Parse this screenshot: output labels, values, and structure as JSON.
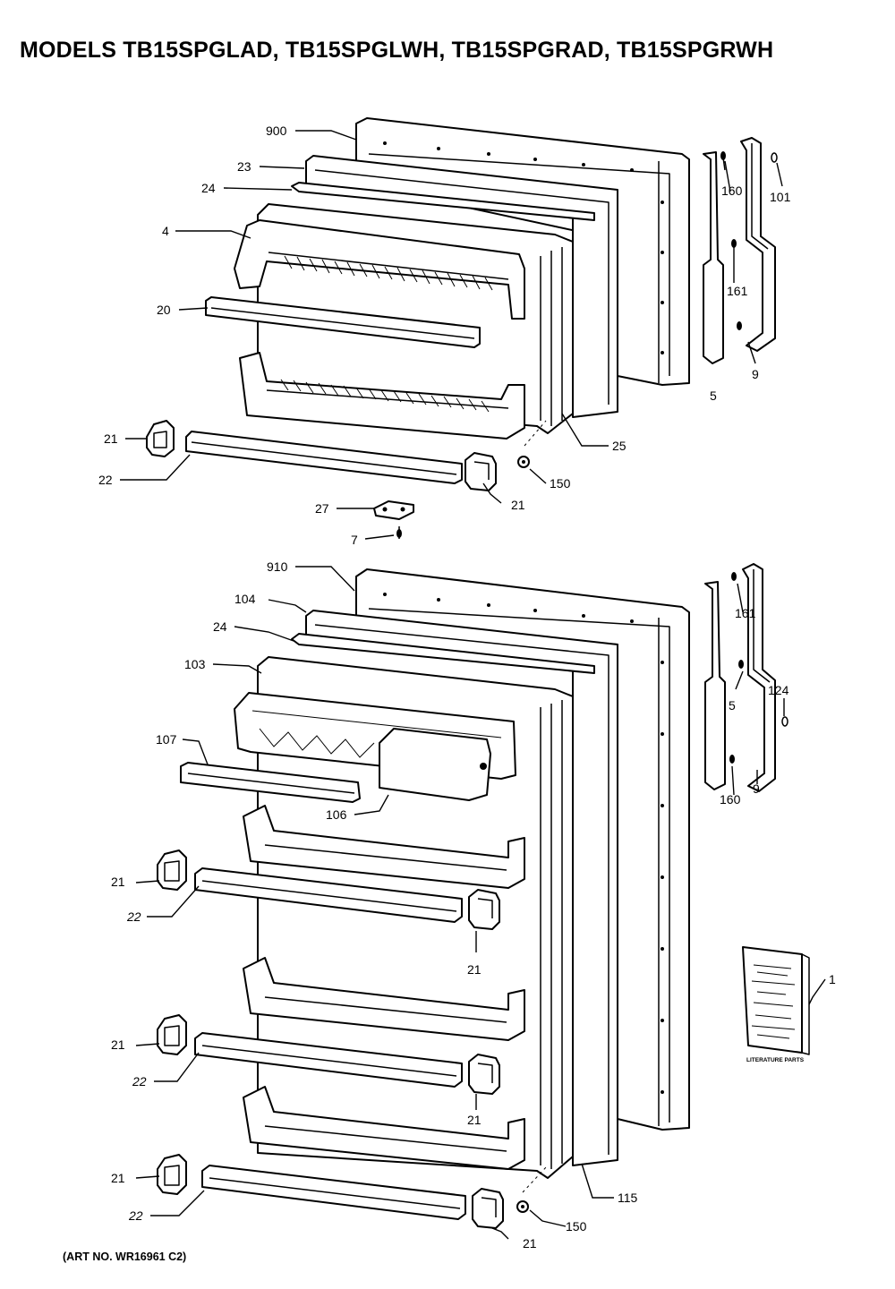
{
  "title": "MODELS TB15SPGLAD, TB15SPGLWH, TB15SPGRAD, TB15SPGRWH",
  "art_number": "(ART NO. WR16961 C2)",
  "literature_label": "LITERATURE PARTS",
  "callouts": {
    "c900": "900",
    "c23": "23",
    "c24a": "24",
    "c4": "4",
    "c20": "20",
    "c21a": "21",
    "c22a": "22",
    "c21b": "21",
    "c150a": "150",
    "c25": "25",
    "c27": "27",
    "c7": "7",
    "c160a": "160",
    "c101": "101",
    "c161a": "161",
    "c5a": "5",
    "c9a": "9",
    "c910": "910",
    "c104": "104",
    "c24b": "24",
    "c103": "103",
    "c107": "107",
    "c106": "106",
    "c161b": "161",
    "c5b": "5",
    "c124": "124",
    "c160b": "160",
    "c9b": "9",
    "c21c": "21",
    "c22b": "22",
    "c21d": "21",
    "c21e": "21",
    "c22c": "22",
    "c21f": "21",
    "c21g": "21",
    "c22d": "22",
    "c21h": "21",
    "c150b": "150",
    "c115": "115",
    "c1": "1"
  }
}
